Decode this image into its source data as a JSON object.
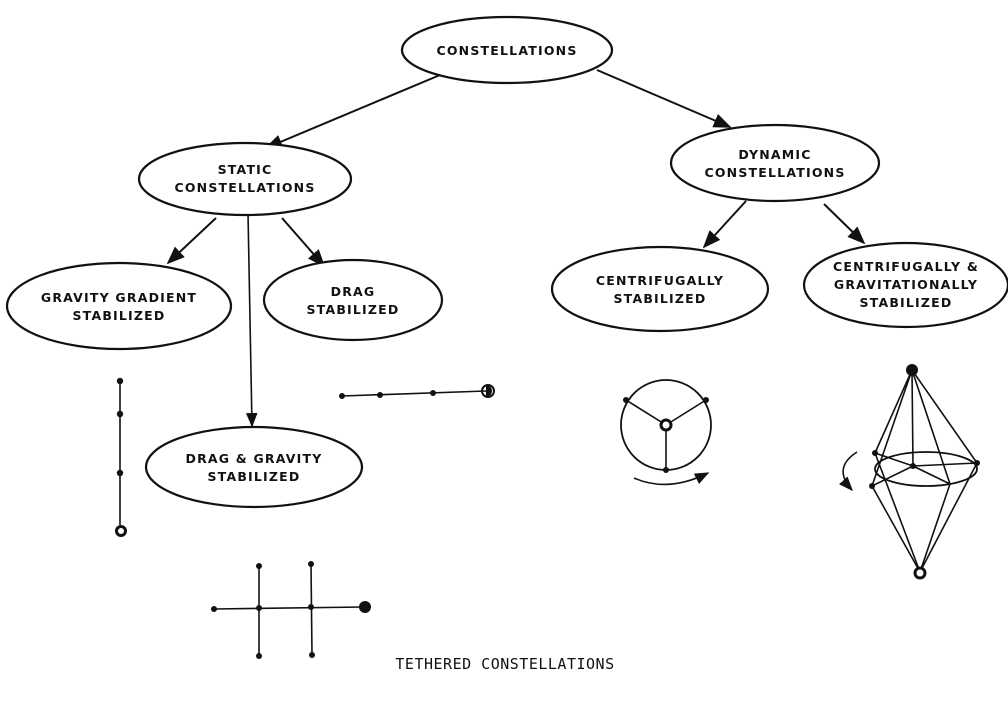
{
  "diagram": {
    "root": {
      "line1": "CONSTELLATIONS"
    },
    "static": {
      "line1": "STATIC",
      "line2": "CONSTELLATIONS"
    },
    "dynamic": {
      "line1": "DYNAMIC",
      "line2": "CONSTELLATIONS"
    },
    "gravity_gradient": {
      "line1": "GRAVITY GRADIENT",
      "line2": "STABILIZED"
    },
    "drag": {
      "line1": "DRAG",
      "line2": "STABILIZED"
    },
    "drag_gravity": {
      "line1": "DRAG & GRAVITY",
      "line2": "STABILIZED"
    },
    "centrifugal": {
      "line1": "CENTRIFUGALLY",
      "line2": "STABILIZED"
    },
    "centrifugal_grav": {
      "line1": "CENTRIFUGALLY &",
      "line2": "GRAVITATIONALLY",
      "line3": "STABILIZED"
    },
    "caption": "TETHERED CONSTELLATIONS"
  }
}
